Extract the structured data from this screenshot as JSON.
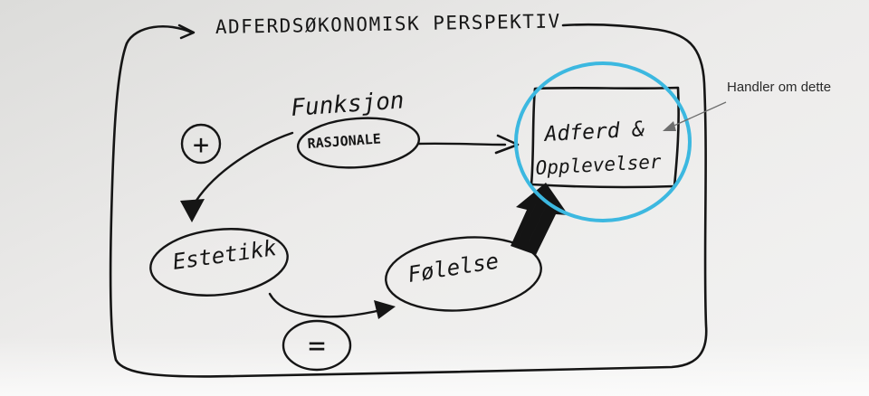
{
  "diagram": {
    "title": "ADFERDSØKONOMISK PERSPEKTIV",
    "nodes": {
      "funksjon": "Funksjon",
      "rasjonale": "RASJONALE",
      "estetikk": "Estetikk",
      "folelse": "Følelse",
      "adferd_line1": "Adferd &",
      "adferd_line2": "Opplevelser"
    },
    "symbols": {
      "plus": "+",
      "equals": "="
    },
    "annotation": "Handler om dette",
    "colors": {
      "ink": "#151515",
      "highlight_circle": "#3cb8e0",
      "annotation_arrow": "#6e6e6e",
      "paper": "#e9e9e7"
    }
  }
}
